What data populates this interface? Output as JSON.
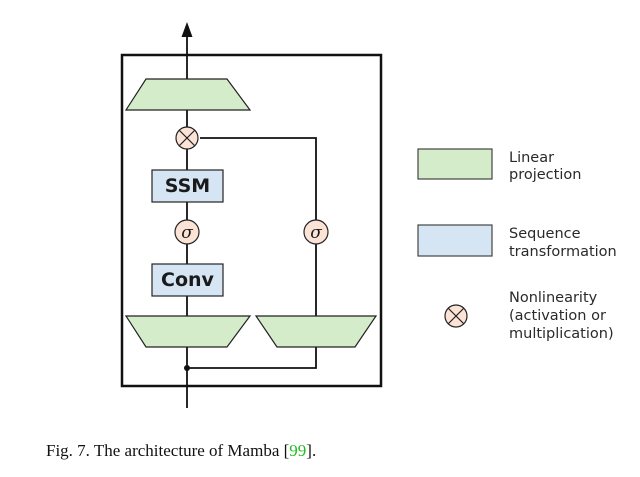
{
  "diagram": {
    "blocks": {
      "ssm": "SSM",
      "conv": "Conv",
      "sigma_left": "σ",
      "sigma_right": "σ"
    },
    "legend": [
      {
        "icon": "linear-projection-swatch",
        "lines": [
          "Linear",
          "projection"
        ]
      },
      {
        "icon": "sequence-transformation-swatch",
        "lines": [
          "Sequence",
          "transformation"
        ]
      },
      {
        "icon": "multiply-circle-icon",
        "lines": [
          "Nonlinearity",
          "(activation or",
          "multiplication)"
        ]
      }
    ],
    "colors": {
      "linear_projection": "#d4ecca",
      "sequence_transformation": "#d6e5f3",
      "nonlinearity": "#fbe3d6",
      "stroke": "#222222"
    }
  },
  "caption": {
    "prefix": "Fig. 7.  The architecture of Mamba [",
    "ref": "99",
    "suffix": "]."
  }
}
